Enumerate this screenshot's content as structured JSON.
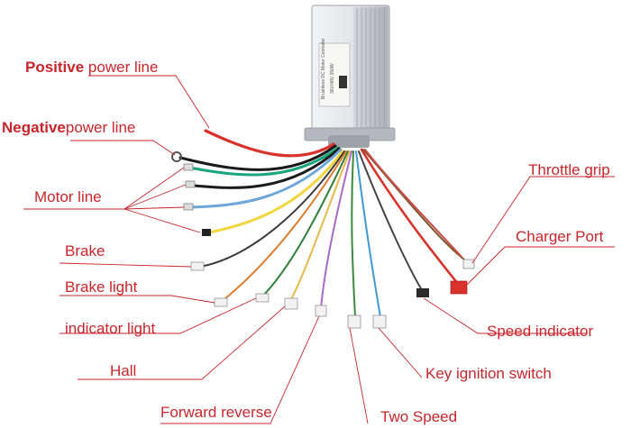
{
  "controller": {
    "label_text": "Brushless DC Motor Controller",
    "spec_text": "36V/48V 350W"
  },
  "labels": [
    {
      "key": "positive",
      "parts": [
        {
          "text": "Positive",
          "style": "red bold"
        },
        {
          "text": " power line",
          "style": "red"
        }
      ]
    },
    {
      "key": "negative",
      "parts": [
        {
          "text": "Negative",
          "style": "red bold"
        },
        {
          "text": "power line",
          "style": "red"
        }
      ]
    },
    {
      "key": "motor",
      "parts": [
        {
          "text": "Motor line",
          "style": "red"
        }
      ]
    },
    {
      "key": "brake",
      "parts": [
        {
          "text": "Brake",
          "style": "red"
        }
      ]
    },
    {
      "key": "brakelight",
      "parts": [
        {
          "text": "Brake light",
          "style": "red"
        }
      ]
    },
    {
      "key": "indicator",
      "parts": [
        {
          "text": "indicator light",
          "style": "red"
        }
      ]
    },
    {
      "key": "hall",
      "parts": [
        {
          "text": "Hall",
          "style": "red"
        }
      ]
    },
    {
      "key": "fwdrev",
      "parts": [
        {
          "text": "Forward reverse",
          "style": "red"
        }
      ]
    },
    {
      "key": "twospeed",
      "parts": [
        {
          "text": "Two Speed",
          "style": "red"
        }
      ]
    },
    {
      "key": "keyign",
      "parts": [
        {
          "text": "Key ignition switch",
          "style": "red"
        }
      ]
    },
    {
      "key": "speedind",
      "parts": [
        {
          "text": "Speed indicator",
          "style": "red"
        }
      ]
    },
    {
      "key": "charger",
      "parts": [
        {
          "text": "Charger Port",
          "style": "red"
        }
      ]
    },
    {
      "key": "throttle",
      "parts": [
        {
          "text": "Throttle grip",
          "style": "red"
        }
      ]
    }
  ],
  "colors": {
    "label": "#c9262b",
    "leader": "#c9262b",
    "housing_light": "#e6e8ec",
    "housing_dark": "#b9bdc4"
  }
}
